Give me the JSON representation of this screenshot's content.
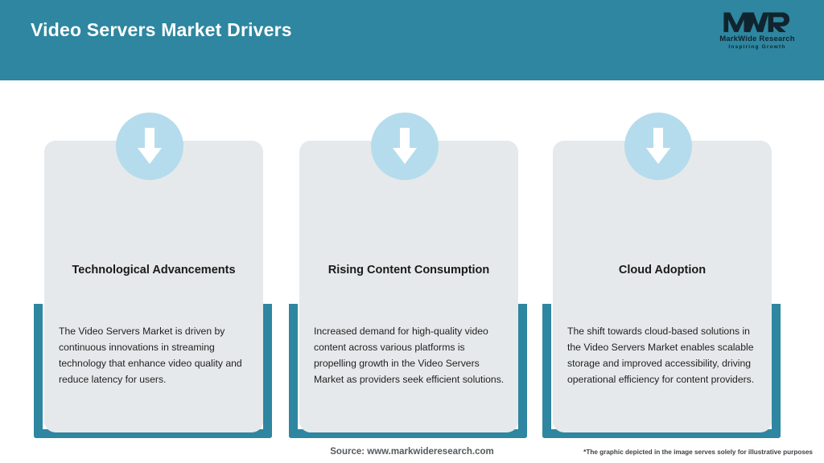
{
  "header": {
    "title": "Video Servers Market Drivers",
    "bg_color": "#2e86a0",
    "logo": {
      "mark_text": "MWR",
      "name": "MarkWide Research",
      "tagline": "Inspiring Growth"
    }
  },
  "cards": [
    {
      "icon": "down-arrow-icon",
      "title": "Technological Advancements",
      "body": "The Video Servers Market is driven by continuous innovations in streaming technology that enhance video quality and reduce latency for users."
    },
    {
      "icon": "down-arrow-icon",
      "title": "Rising Content Consumption",
      "body": "Increased demand for high-quality video content across various platforms is propelling growth in the Video Servers Market as providers seek efficient solutions."
    },
    {
      "icon": "down-arrow-icon",
      "title": "Cloud Adoption",
      "body": "The shift towards cloud-based solutions in the Video Servers Market enables scalable storage and improved accessibility, driving operational efficiency for content providers."
    }
  ],
  "footer": {
    "source": "Source: www.markwideresearch.com",
    "disclaimer": "*The graphic depicted in the image serves solely for illustrative purposes"
  },
  "colors": {
    "teal": "#2e86a0",
    "card_bg": "#e6e9eb",
    "circle": "#b5dced",
    "arrow": "#ffffff"
  }
}
